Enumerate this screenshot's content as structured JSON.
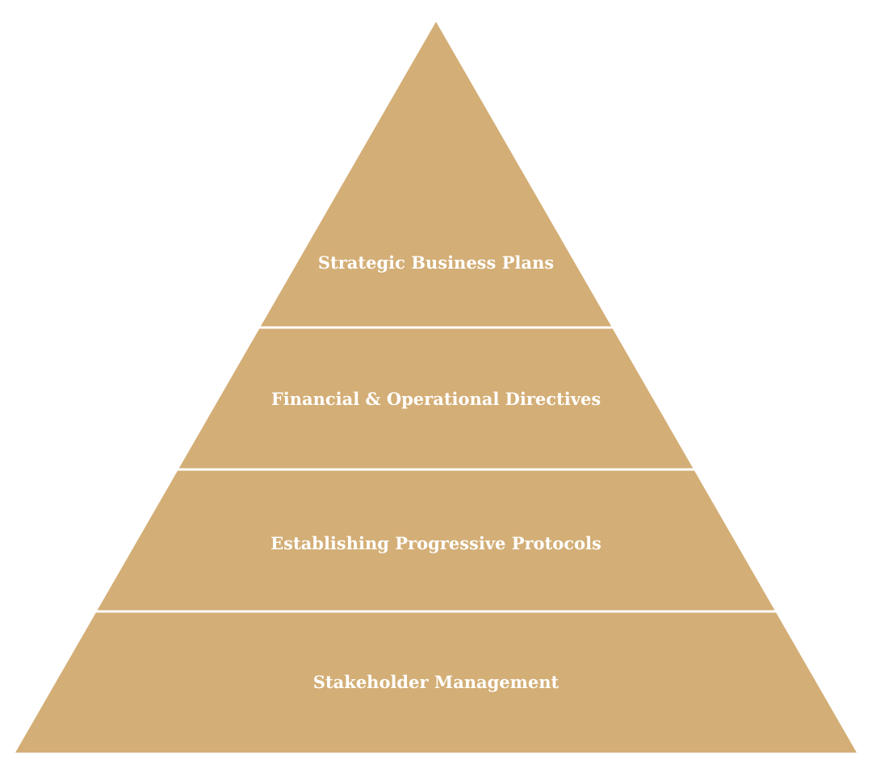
{
  "diagram": {
    "type": "pyramid",
    "fill_color": "#D3AE76",
    "separator_color": "#FFFFFF",
    "label_color": "#FFFFFF",
    "tiers": [
      {
        "label": "Strategic Business Plans"
      },
      {
        "label": "Financial & Operational Directives"
      },
      {
        "label": "Establishing Progressive Protocols"
      },
      {
        "label": "Stakeholder Management"
      }
    ]
  }
}
